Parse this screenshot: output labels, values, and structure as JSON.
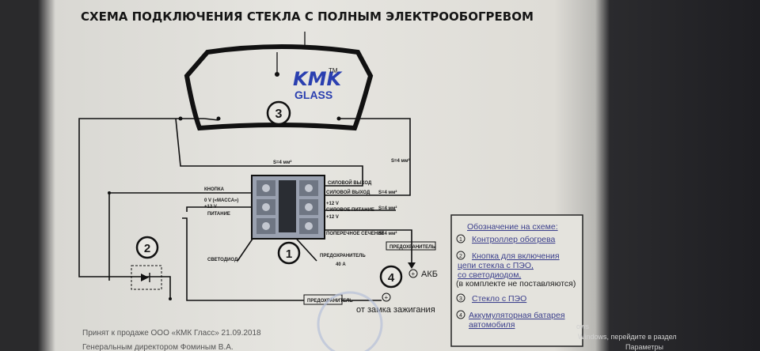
{
  "title": "СХЕМА ПОДКЛЮЧЕНИЯ СТЕКЛА С ПОЛНЫМ ЭЛЕКТРООБОГРЕВОМ",
  "logo": {
    "brand": "KMK",
    "sub": "GLASS",
    "tm": "TM"
  },
  "numbers": {
    "n1": "1",
    "n2": "2",
    "n3": "3",
    "n4": "4"
  },
  "wires": {
    "s4_1": "S=4 мм²",
    "s4_2": "S=4 мм²",
    "s4_3": "S=4 мм²",
    "s4_4": "S=4 мм²",
    "s4_5": "S=4 мм²"
  },
  "labels": {
    "button": "КНОПКА",
    "ground": "0 V («МАССА»)",
    "plus12": "+12 V",
    "power": "ПИТАНИЕ",
    "power_out1": "СИЛОВОЙ ВЫХОД",
    "power_out2": "СИЛОВОЙ ВЫХОД",
    "plus12b": "+12 V",
    "power_supply": "СИЛОВОЕ ПИТАНИЕ",
    "plus12c": "+12 V",
    "cross_section": "ПОПЕРЕЧНОЕ СЕЧЕНИЕ",
    "led": "СВЕТОДИОД",
    "fuse": "ПРЕДОХРАНИТЕЛЬ",
    "fuse_amp": "40 А",
    "fuse2": "ПРЕДОХРАНИТЕЛЬ",
    "fuse3": "ПРЕДОХРАНИТЕЛЬ",
    "akb": "АКБ",
    "ignition": "от замка зажигания"
  },
  "legend": {
    "title": "Обозначение на схеме:",
    "items": [
      {
        "num": "1",
        "line1": "Контроллер обогрева",
        "line2": "",
        "line3": "",
        "line4": ""
      },
      {
        "num": "2",
        "line1": "Кнопка для включения",
        "line2": "цепи стекла с ПЭО,",
        "line3": "со светодиодом,",
        "line4": "(в комплекте не поставляются)"
      },
      {
        "num": "3",
        "line1": "Стекло с ПЭО",
        "line2": "",
        "line3": "",
        "line4": ""
      },
      {
        "num": "4",
        "line1": "Аккумуляторная батарея",
        "line2": "автомобиля",
        "line3": "",
        "line4": ""
      }
    ]
  },
  "footer": {
    "line1": "Принят к продаже  ООО «КМК Гласс» 21.09.2018",
    "line2": "Генеральным директором Фоминым В.А."
  },
  "overlay": {
    "win1": "ows",
    "win2": "Windows, перейдите в раздел",
    "win3": "Параметры"
  },
  "colors": {
    "line": "#1a1a1a",
    "legend_text": "#3b3f8c",
    "paper": "#e6e5e0"
  }
}
